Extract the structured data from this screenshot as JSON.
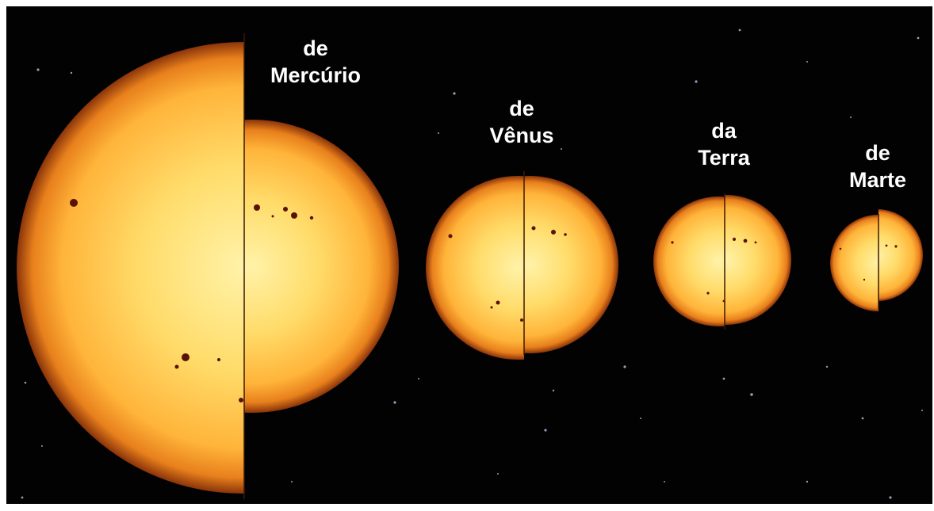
{
  "labels": {
    "mercury": {
      "line1": "de",
      "line2": "Mercúrio"
    },
    "venus": {
      "line1": "de",
      "line2": "Vênus"
    },
    "earth": {
      "line1": "da",
      "line2": "Terra"
    },
    "mars": {
      "line1": "de",
      "line2": "Marte"
    }
  },
  "colors": {
    "background": "#020203",
    "sun_core": "#fff0a0",
    "sun_mid": "#ffcf55",
    "sun_edge": "#e07a18",
    "sun_rim": "#7a2a08",
    "sunspot": "#5a1208",
    "label": "#ffffff"
  }
}
